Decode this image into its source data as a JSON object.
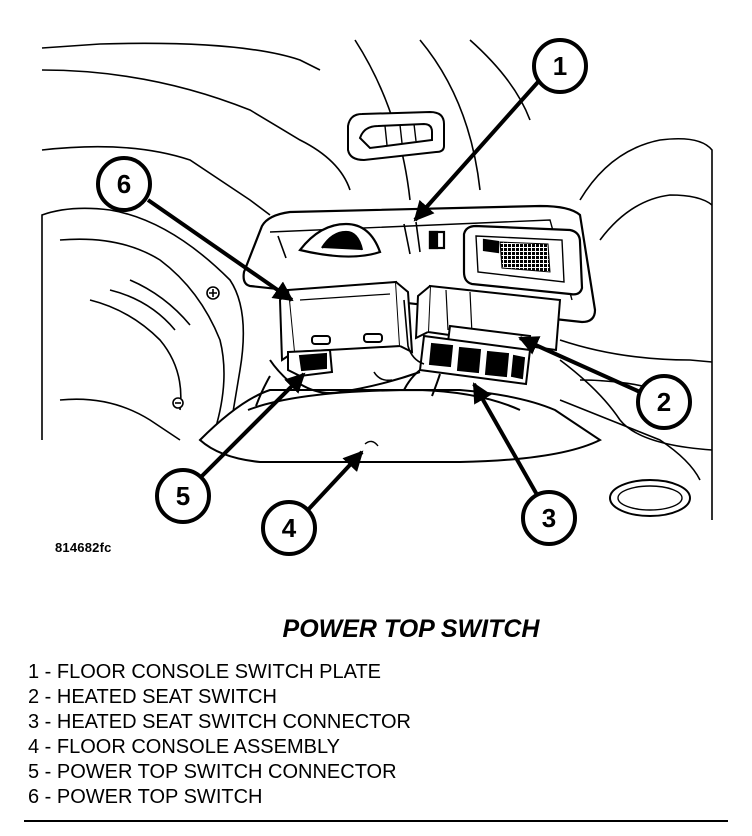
{
  "figure": {
    "id": "814682fc",
    "title": "POWER TOP SWITCH"
  },
  "callouts": [
    {
      "number": "1"
    },
    {
      "number": "2"
    },
    {
      "number": "3"
    },
    {
      "number": "4"
    },
    {
      "number": "5"
    },
    {
      "number": "6"
    }
  ],
  "legend": [
    {
      "number": "1",
      "text": "1 - FLOOR CONSOLE SWITCH PLATE"
    },
    {
      "number": "2",
      "text": "2 - HEATED SEAT SWITCH"
    },
    {
      "number": "3",
      "text": "3 - HEATED SEAT SWITCH CONNECTOR"
    },
    {
      "number": "4",
      "text": "4 - FLOOR CONSOLE ASSEMBLY"
    },
    {
      "number": "5",
      "text": "5 - POWER TOP SWITCH CONNECTOR"
    },
    {
      "number": "6",
      "text": "6 - POWER TOP SWITCH"
    }
  ]
}
